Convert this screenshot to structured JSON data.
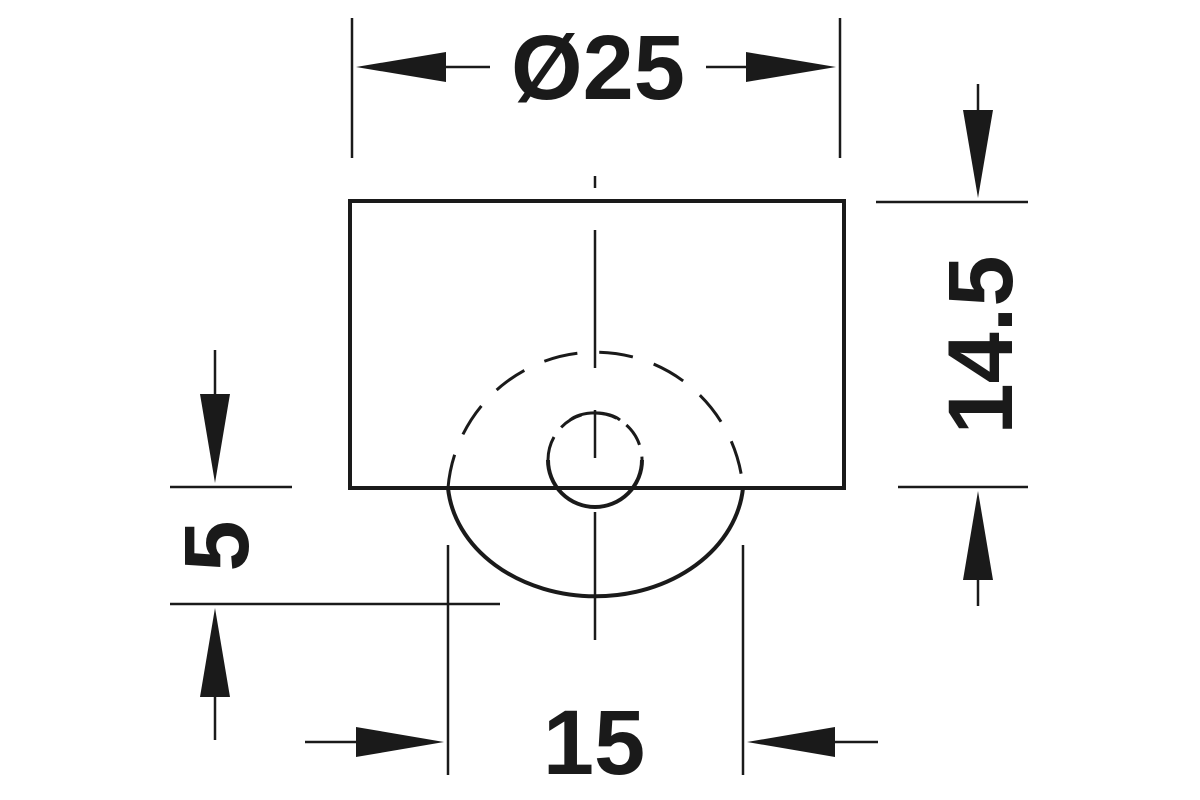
{
  "dimensions": {
    "diameter": "Ø25",
    "height": "14.5",
    "protrusion": "5",
    "wheel_width": "15"
  },
  "colors": {
    "line": "#1a1a1a",
    "background": "#ffffff"
  }
}
